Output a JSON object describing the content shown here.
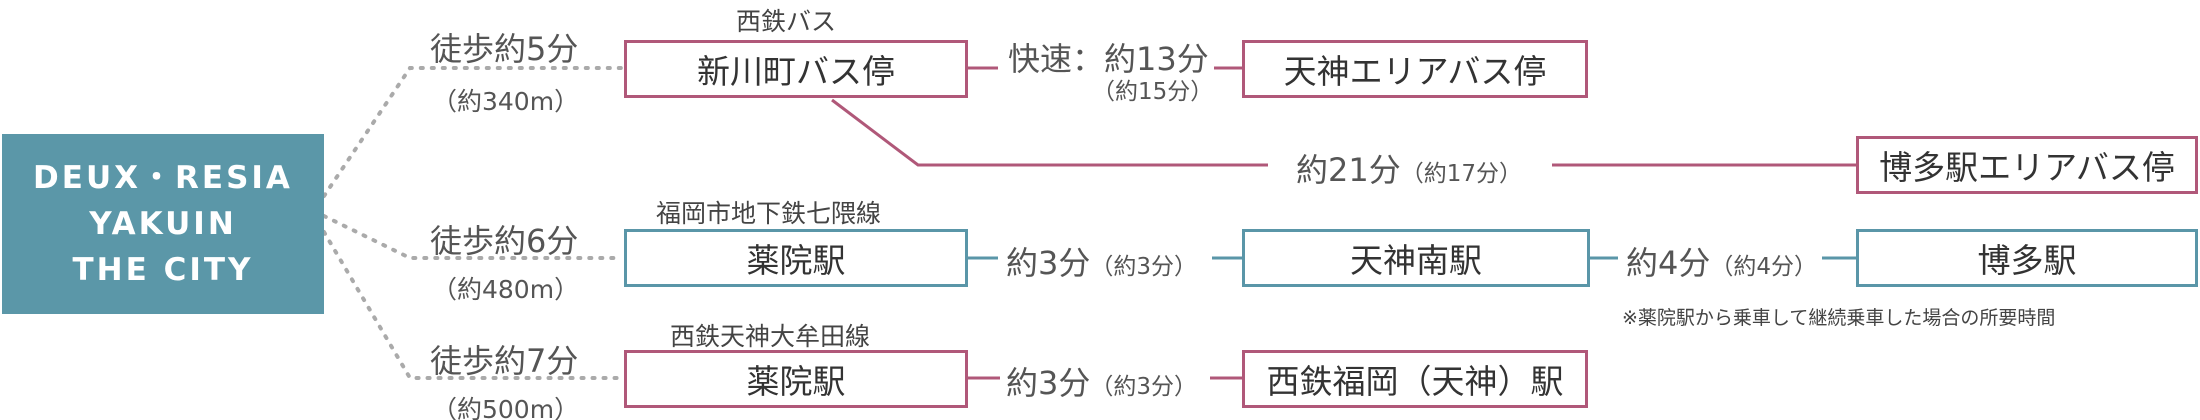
{
  "origin": {
    "line1": "DEUX・RESIA",
    "line2": "YAKUIN",
    "line3": "THE CITY"
  },
  "routes": {
    "bus": {
      "walk": "徒歩約5分",
      "distance": "（約340m）",
      "line_name": "西鉄バス",
      "stop": "新川町バス停",
      "express_label": "快速：約13分",
      "express_sub": "（約15分）",
      "dest1": "天神エリアバス停",
      "time2_main": "約21分",
      "time2_sub": "（約17分）",
      "dest2": "博多駅エリアバス停"
    },
    "subway": {
      "walk": "徒歩約6分",
      "distance": "（約480m）",
      "line_name": "福岡市地下鉄七隈線",
      "station": "薬院駅",
      "time1_main": "約3分",
      "time1_sub": "（約3分）",
      "station2": "天神南駅",
      "time2_main": "約4分",
      "time2_sub": "（約4分）",
      "station3": "博多駅",
      "note": "※薬院駅から乗車して継続乗車した場合の所要時間"
    },
    "rail": {
      "walk": "徒歩約7分",
      "distance": "（約500m）",
      "line_name": "西鉄天神大牟田線",
      "station": "薬院駅",
      "time1_main": "約3分",
      "time1_sub": "（約3分）",
      "station2": "西鉄福岡（天神）駅"
    }
  },
  "colors": {
    "pink": "#b05879",
    "teal": "#5a96a8",
    "origin_bg": "#5b97a8",
    "dots": "#aaaaaa"
  }
}
